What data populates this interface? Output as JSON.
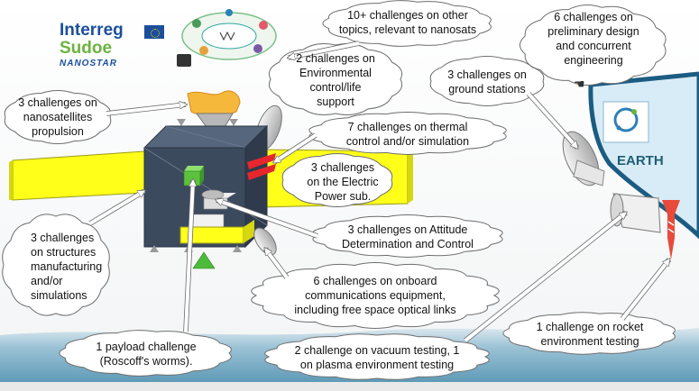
{
  "logo": {
    "line1": "Interreg",
    "line2": "Sudoe",
    "line3": "NANOSTAR"
  },
  "earth_label": "EARTH",
  "callouts": [
    {
      "key": "other_topics",
      "lines": [
        "10+ challenges on other",
        "topics, relevant to nanosats"
      ]
    },
    {
      "key": "preliminary_design",
      "lines": [
        "6 challenges on",
        "preliminary design",
        "and concurrent",
        "engineering"
      ]
    },
    {
      "key": "environmental_control",
      "lines": [
        "2 challenges on",
        "Environmental",
        "control/life",
        "support"
      ]
    },
    {
      "key": "ground_stations",
      "lines": [
        "3 challenges on",
        "ground stations"
      ]
    },
    {
      "key": "propulsion",
      "lines": [
        "3 challenges on",
        "nanosatellites",
        "propulsion"
      ]
    },
    {
      "key": "thermal",
      "lines": [
        "7 challenges on thermal",
        "control and/or simulation"
      ]
    },
    {
      "key": "electric_power",
      "lines": [
        "3 challenges",
        "on the Electric",
        "Power sub."
      ]
    },
    {
      "key": "attitude",
      "lines": [
        "3 challenges on Attitude",
        "Determination and Control"
      ]
    },
    {
      "key": "structures",
      "lines": [
        "3 challenges",
        "on structures",
        "manufacturing",
        "and/or",
        "simulations"
      ]
    },
    {
      "key": "communications",
      "lines": [
        "6 challenges on onboard",
        "communications equipment,",
        "including free space optical links"
      ]
    },
    {
      "key": "rocket",
      "lines": [
        "1 challenge on rocket",
        "environment testing"
      ]
    },
    {
      "key": "payload",
      "lines": [
        "1 payload challenge",
        "(Roscoff's worms)."
      ]
    },
    {
      "key": "vacuum",
      "lines": [
        "2 challenge on vacuum testing, 1",
        "on plasma environment testing"
      ]
    }
  ],
  "colors": {
    "solar_panel": "#ffff1a",
    "satellite_body": "#3c4a5e",
    "earth_fill": "#d8ecf7",
    "earth_border": "#1c5c82",
    "sea": "#7fb3cc",
    "thruster_plume": "#f6b83a",
    "antenna_cone": "#4cbb3a",
    "logo_blue": "#1b4f9c",
    "logo_green": "#6cb33e"
  }
}
